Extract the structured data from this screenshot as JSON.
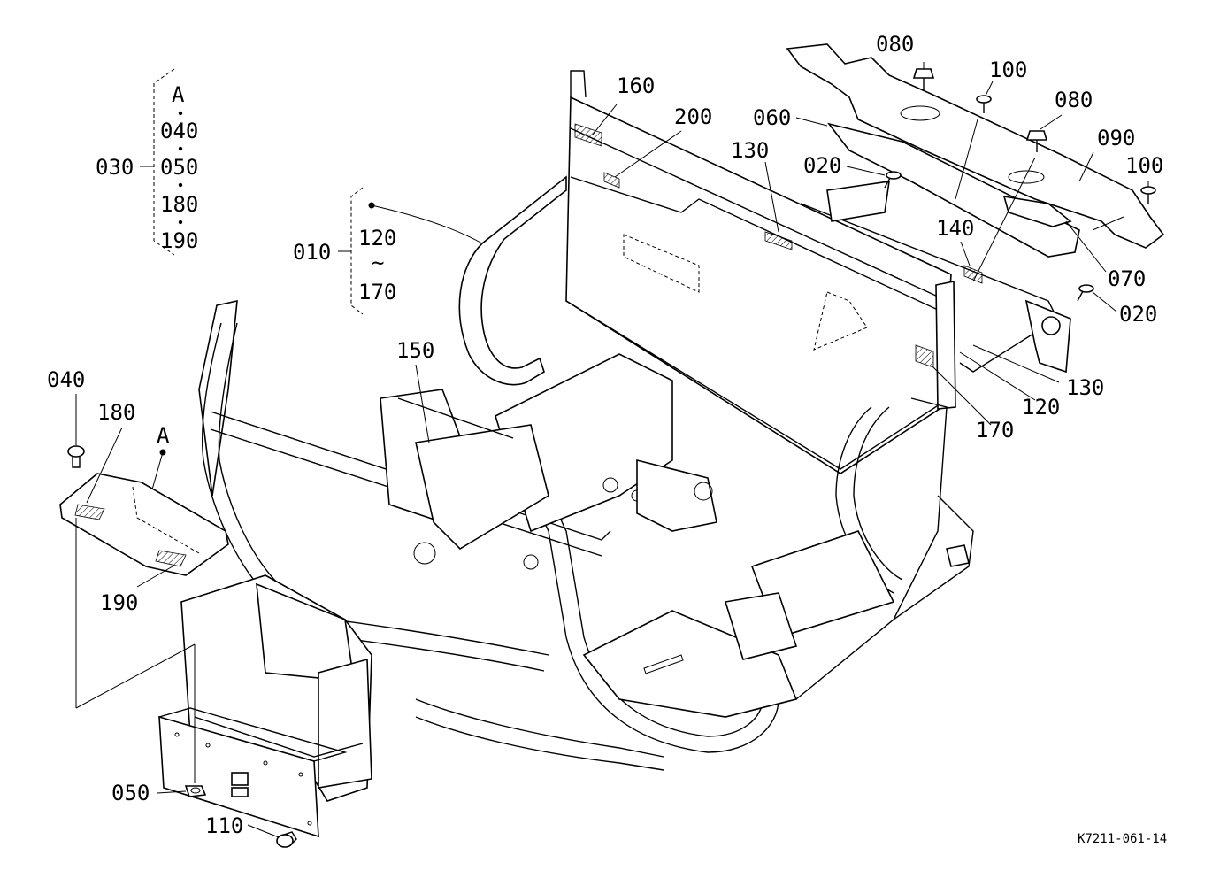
{
  "diagram": {
    "labels": {
      "p010": "010",
      "p020a": "020",
      "p020b": "020",
      "p030": "030",
      "p040": "040",
      "p050": "050",
      "p060": "060",
      "p070": "070",
      "p080a": "080",
      "p080b": "080",
      "p090": "090",
      "p100a": "100",
      "p100b": "100",
      "p110": "110",
      "p120": "120",
      "p130a": "130",
      "p130b": "130",
      "p140": "140",
      "p150": "150",
      "p160": "160",
      "p170": "170",
      "p180": "180",
      "p190": "190",
      "p200": "200",
      "refA": "A"
    },
    "group030": {
      "items": [
        "A",
        "040",
        "050",
        "180",
        "190"
      ]
    },
    "group010": {
      "from": "120",
      "tilde": "~",
      "to": "170"
    },
    "reference_code": "K7211-061-14"
  }
}
